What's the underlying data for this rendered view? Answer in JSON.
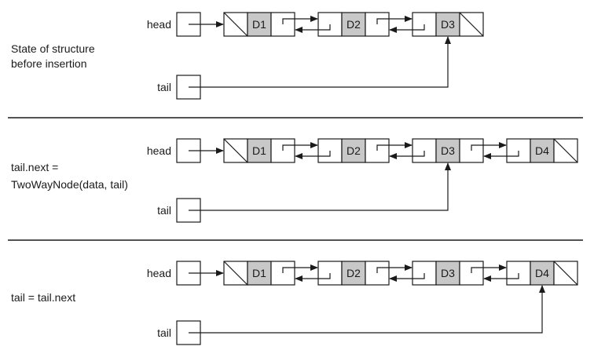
{
  "panels": [
    {
      "caption": [
        "State of structure",
        "before insertion"
      ],
      "head_label": "head",
      "tail_label": "tail",
      "nodes": [
        "D1",
        "D2",
        "D3"
      ],
      "tail_target": 2
    },
    {
      "caption": [
        "tail.next =",
        "TwoWayNode(data, tail)"
      ],
      "head_label": "head",
      "tail_label": "tail",
      "nodes": [
        "D1",
        "D2",
        "D3",
        "D4"
      ],
      "tail_target": 2
    },
    {
      "caption": [
        "tail = tail.next"
      ],
      "head_label": "head",
      "tail_label": "tail",
      "nodes": [
        "D1",
        "D2",
        "D3",
        "D4"
      ],
      "tail_target": 3
    }
  ]
}
